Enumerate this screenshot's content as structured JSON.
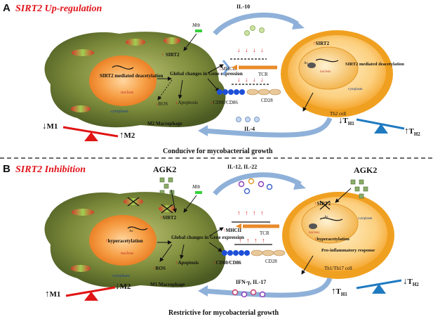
{
  "panel_a": {
    "letter": "A",
    "title": "SIRT2 Up-regulation",
    "cytokine_top": "IL-10",
    "cytokine_bottom": "IL-4",
    "mtb": "Mtb",
    "sirt2_macrophage": "SIRT2",
    "macrophage_mechanism": "SIRT2 mediated deacetylation",
    "nucleus": "nucleus",
    "global_changes": "Global changes in Gene expression",
    "mhcii": "MHCII",
    "tcr": "TCR",
    "cd80_cd86": "CD80/CD86",
    "cd28": "CD28",
    "ros": "ROS",
    "apoptosis": "Apoptosis",
    "cytoplasm": "cytoplasm",
    "macrophage_type": "M2 Macrophage",
    "sirt2_tcell": "SIRT2",
    "tcell_mechanism": "SIRT2 mediated deacetylation",
    "tcell_nucleus": "nucleus",
    "tcell_cytoplasm": "cytoplasm",
    "tcell_type": "Th2 cell",
    "ac": "Ac",
    "m1": "M1",
    "m2": "M2",
    "th1": "T",
    "th1_sub": "H1",
    "th2": "T",
    "th2_sub": "H2",
    "conclusion": "Conducive for mycobacterial growth"
  },
  "panel_b": {
    "letter": "B",
    "title": "SIRT2 Inhibition",
    "agk2_left": "AGK2",
    "agk2_right": "AGK2",
    "cytokine_top": "IL-12, IL-22",
    "cytokine_bottom": "IFN-γ, IL-17",
    "mtb": "Mtb",
    "sirt2_macrophage": "SIRT2",
    "macrophage_mechanism": "hyperacetylation",
    "nucleus": "nucleus",
    "global_changes": "Global changes in Gene expression",
    "mhcii": "MHCII",
    "tcr": "TCR",
    "cd80_cd86": "CD80/CD86",
    "cd28": "CD28",
    "ros": "ROS",
    "apoptosis": "Apoptosis",
    "cytoplasm": "cytoplasm",
    "macrophage_type": "M1 Macrophage",
    "sirt2_tcell": "SIRT2",
    "tcell_mechanism": "hyperacetylation",
    "tcell_nucleus": "nucleus",
    "tcell_cytoplasm": "cytoplasm",
    "tcell_response": "Pro-inflammatory response",
    "tcell_type": "Th1/Th17 cell",
    "ac": "Ac",
    "m1": "M1",
    "m2": "M2",
    "th1": "T",
    "th1_sub": "H1",
    "th2": "T",
    "th2_sub": "H2",
    "conclusion": "Restrictive for mycobacterial growth"
  },
  "colors": {
    "title_red": "#e0141b",
    "macrophage_dark": "#4f5d25",
    "macrophage_light": "#a7b05a",
    "nucleus_orange": "#f39a3a",
    "tcell_outer": "#f0a020",
    "tcell_inner": "#fcd07a",
    "arrow_blue": "#8fb1d9",
    "receptor_blue": "#1d4fd8",
    "cd28_tan": "#e9c89a",
    "seesaw_red": "#e01515",
    "seesaw_blue": "#1f7ac0"
  }
}
